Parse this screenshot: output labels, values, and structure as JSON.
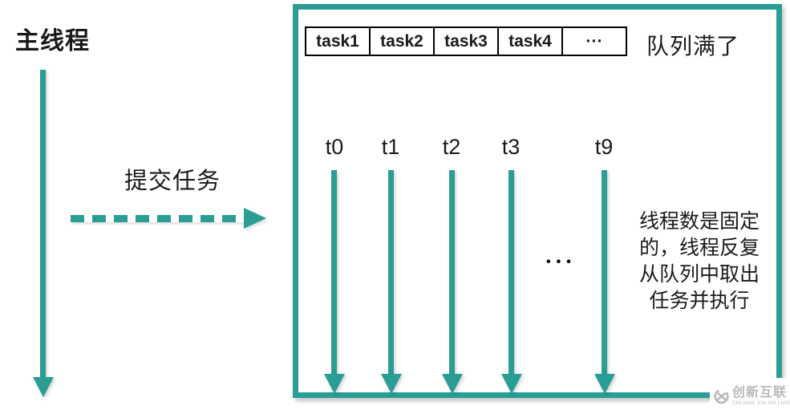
{
  "palette": {
    "teal": "#2A9D94",
    "ink": "#1a1a1a",
    "watermark_gray": "#b9b9b9"
  },
  "main_thread": {
    "label": "主线程"
  },
  "submit": {
    "label": "提交任务"
  },
  "pool": {
    "queue": {
      "cells": [
        "task1",
        "task2",
        "task3",
        "task4",
        "···"
      ],
      "full_label": "队列满了"
    },
    "threads": [
      {
        "label": "t0"
      },
      {
        "label": "t1"
      },
      {
        "label": "t2"
      },
      {
        "label": "t3"
      },
      {
        "label": "t9"
      }
    ],
    "ellipsis": "•••",
    "note": "线程数是固定\n的，线程反复\n从队列中取出\n任务并执行"
  },
  "watermark": {
    "brand": "创新互联",
    "sub": "CHUANG XIN HU LIAN"
  }
}
